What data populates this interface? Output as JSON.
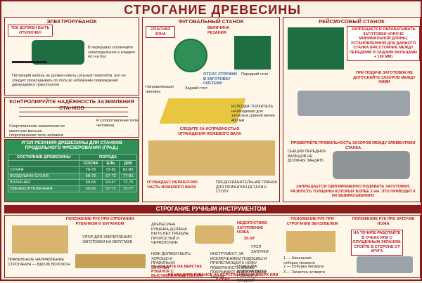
{
  "title": "СТРОГАНИЕ ДРЕВЕСИНЫ",
  "panels": {
    "electroplane": {
      "title": "ЭЛЕКТРОРУБАНОК",
      "notes": [
        "ТОК ДОЛЖЕН БЫТЬ ОТКЛЮЧЁН",
        "В перерывах отключайте электрорубанок и кладите его на бок",
        "Питающий кабель не должен иметь сильных перегибов. Его не следует прокладывать по полу во избежание повреждения движущимся транспортом"
      ]
    },
    "grounding": {
      "title": "КОНТРОЛИРУЙТЕ НАДЁЖНОСТЬ ЗАЗЕМЛЕНИЯ СТАНКОВ",
      "labels": [
        "Сопротивление заземления во много раз меньше сопротивления тела человека",
        "R (сопротивление тела человека)"
      ]
    },
    "angles_table": {
      "title": "УГОЛ РЕЗАНИЯ ДРЕВЕСИНЫ ДЛЯ СТАНКОВ ПРОДОЛЬНОГО ФРЕЗЕРОВАНИЯ (ГРАД.)",
      "headers": [
        "СОСТОЯНИЕ ДРЕВЕСИНЫ",
        "ПОРОДА"
      ],
      "species": [
        "СОСНА",
        "ЕЛЬ",
        "ДУБ"
      ],
      "rows": [
        {
          "state": "СУХАЯ",
          "values": [
            "70-75",
            "72-81",
            "81-85"
          ]
        },
        {
          "state": "ВОЗДУШНО-СУХАЯ",
          "values": [
            "68-75",
            "67-72",
            "77-81"
          ]
        },
        {
          "state": "ВЛАЖНАЯ",
          "values": [
            "59-65",
            "63-67",
            "72-76"
          ]
        },
        {
          "state": "СВЕЖЕСРУБЛЕННАЯ",
          "values": [
            "55-62",
            "57-72",
            "72-77"
          ]
        }
      ]
    },
    "jointer": {
      "title": "ФУГОВАЛЬНЫЙ СТАНОК",
      "notes": [
        "ОПАСНАЯ ЗОНА",
        "ВЕЛИЧИНА РЕЗАНИЯ",
        "ОТСОС СТРУЖКИ В ЗАГОТОВКУ СИСТЕМУ",
        "Направляющая линейка",
        "Задний стол",
        "Передний стол",
        "КОЛОДКА-ТОЛКАТЕЛЬ необходимая для заготовок длиной менее 400 мм",
        "СЛЕДИТЕ ЗА ИСПРАВНОСТЬЮ ОГРАЖДЕНИЯ НОЖЕВОГО ВАЛА",
        "ОГРАЖДАЕТ НЕРАБОЧУЮ ЧАСТЬ НОЖЕВОГО ВАЛА",
        "ПРЕДОХРАНИТЕЛЬНАЯ ПЛАНКА ДЛЯ ПРИЖАТИЯ ДЕТАЛИ К СТОЛУ"
      ]
    },
    "thicknesser": {
      "title": "РЕЙСМУСОВЫЙ СТАНОК",
      "notes": [
        "ЗАПРЕЩАЕТСЯ ОБРАБАТЫВАТЬ ЗАГОТОВКИ КОРОЧЕ МИНИМАЛЬНОЙ ДЛИНЫ, УСТАНОВЛЕННОЙ ДЛЯ ДАННОГО СТАНКА (РАССТОЯНИЕ МЕЖДУ ПЕРЕДНИМ И ЗАДНИМ ВАЛЬЦАМИ + 100 ММ)",
        "ПРИ ПОДАЧЕ ЗАГОТОВОК НЕ ДОПУСКАЙТЕ ЗАЗОРОВ МЕЖДУ НИМИ",
        "ПРОВЕРЯЙТЕ ПРАВИЛЬНОСТЬ ЗАЗОРОВ МЕЖДУ ЭЛЕМЕНТАМИ СТАНКА",
        "СЕКЦИИ ПЕРЕДНИХ ВАЛЬЦОВ НЕ ДОЛЖНЫ ЗАЕДАТЬ",
        "ЗАПРЕЩАЕТСЯ ОДНОВРЕМЕННО ПОДАВАТЬ ЗАГОТОВКИ, РАЗНОСТЬ ТОЛЩИНЫ КОТОРЫХ БОЛЕЕ 3 мм. ЭТО ПРИВОДИТ К ИХ ВЫБРАСЫВАНИЮ"
      ]
    },
    "hand_tools": {
      "title": "СТРОГАНИЕ РУЧНЫМ ИНСТРУМЕНТОМ",
      "left_title": "ПОЛОЖЕНИЕ РУК ПРИ СТРОГАНИИ РУБАНКОМ И ФУГАНКОМ",
      "labels": [
        "УПОР ДЛЯ ЗАКРЕПЛЕНИЯ ЗАГОТОВКИ НА ВЕРСТАКЕ",
        "ПРАВИЛЬНОЕ НАПРАВЛЕНИЕ СТРОГАНИЯ — ВДОЛЬ ВОЛОКОН",
        "ДРЕВЕСИНА РУБАНКА ДОЛЖНА БЫТЬ БЕЗ ТРЕЩИН, ПРОРОСТЕЙ И ЧЕРВОТОЧИН",
        "НЕДОПУСТИМО ЗАТУПЛЕНИЕ НОЖА",
        "25-30°",
        "УГОЛ ЗАТОЧКИ",
        "НОЖ ДОЛЖЕН БЫТЬ ХОРОШО И ПРАВИЛЬНО ЗАТОЧЕН",
        "НЕ КЛАДИТЕ НА ВЕРСТАК РУБАНОК С ВЫСТАВЛЕННЫМ НОЖОМ",
        "ИНСТРУМЕНТ, ЗА ИСКЛЮЧЕНИЕМ ПОДОШВЫ И ПРИЛЕГАЮЩЕЙ К НОЖУ ПОВЕРХНОСТИ КЛИНА, ПОКРЫВАЮТ ВОДОСТОЙКИМ ЛАКОМ",
        "ПОДОШВА ДОЛЖНА БЫТЬ РОВНОЙ И ГЛАДКОЙ",
        "НЕ КЛАДИТЕ РУБАНОК НА ВЕРСТАК НОЖОМ ВВЕРХ ИЛИ К СЕБЕ"
      ],
      "right_titles": [
        "ПОЛОЖЕНИЕ РУК ПРИ СТРОГАНИИ ЗЕНЗУБЕЛЕМ",
        "ПОЛОЖЕНИЕ РУК ПРИ ЗАТОЧКЕ НОЖА"
      ],
      "steps": [
        "1 — Начальная отборка четверти",
        "2 — Отборка четверти",
        "3 — Зачистка четверти"
      ],
      "sharpen_note": "НА ТОЧИЛЕ РАБОТАЙТЕ В ОЧКАХ ИЛИ С ОПУЩЕННЫМ ЭКРАНОМ. СТОЙТЕ В СТОРОНЕ ОТ КРУГА"
    }
  },
  "colors": {
    "frame": "#8b1a1a",
    "accent_red": "#c21818",
    "machine_green": "#2f8f55"
  }
}
